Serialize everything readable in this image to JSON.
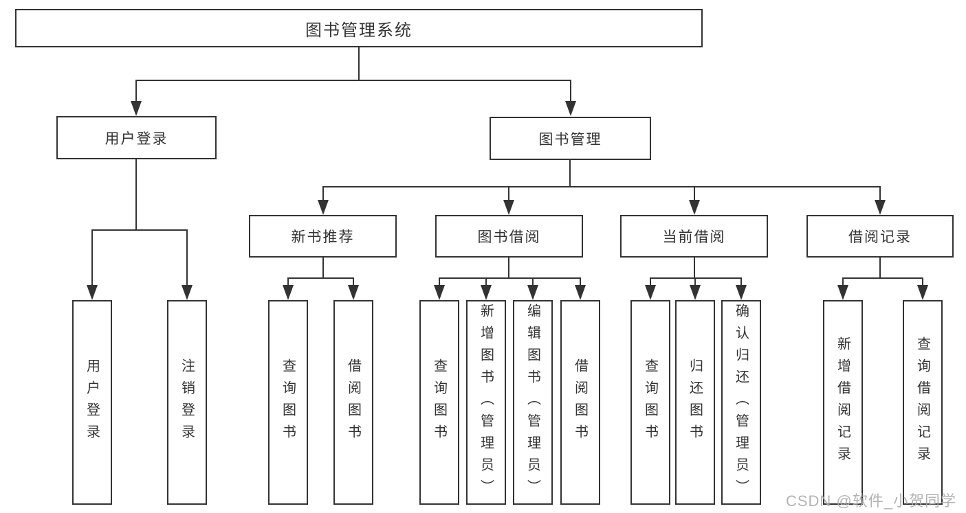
{
  "diagram": {
    "root": "图书管理系统",
    "level2": {
      "user_login": "用户登录",
      "book_mgmt": "图书管理"
    },
    "level3": {
      "new_books": "新书推荐",
      "book_borrow": "图书借阅",
      "current_borrow": "当前借阅",
      "borrow_records": "借阅记录"
    },
    "leaves": {
      "user_login": "用户登录",
      "logout": "注销登录",
      "query_books_1": "查询图书",
      "borrow_books_1": "借阅图书",
      "query_books_2": "查询图书",
      "add_books": "新增图书（管理员）",
      "edit_books": "编辑图书（管理员）",
      "borrow_books_2": "借阅图书",
      "query_books_3": "查询图书",
      "return_books": "归还图书",
      "confirm_return": "确认归还（管理员）",
      "add_borrow_record": "新增借阅记录",
      "query_borrow_record": "查询借阅记录"
    }
  },
  "watermark": "CSDN @软件_小贺同学",
  "colors": {
    "line": "#333333",
    "text": "#333333",
    "watermark": "#ababab",
    "background": "#ffffff"
  }
}
